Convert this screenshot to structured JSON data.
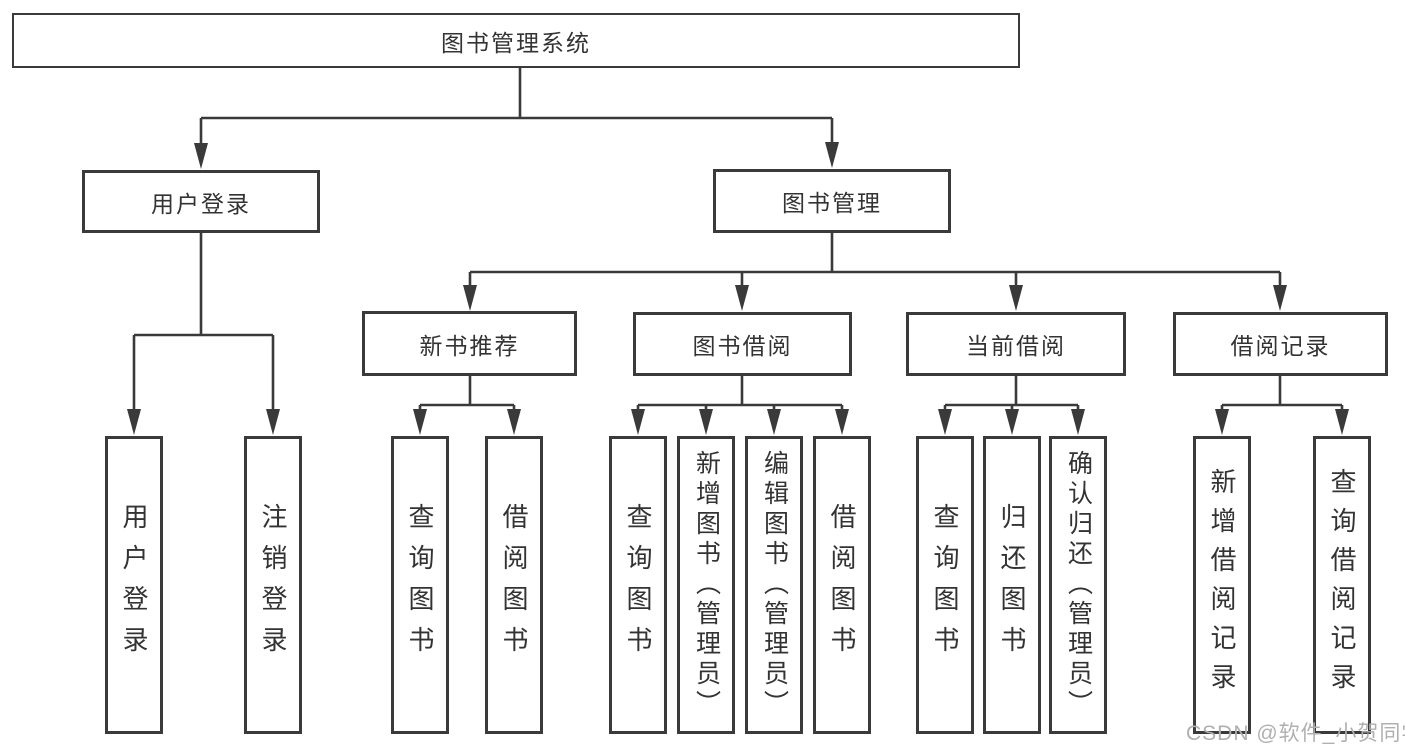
{
  "nodes": {
    "root": "图书管理系统",
    "user_login": "用户登录",
    "book_mgmt": "图书管理",
    "new_book_rec": "新书推荐",
    "book_borrow": "图书借阅",
    "current_borrow": "当前借阅",
    "borrow_records": "借阅记录",
    "leaf_user_login": "用户登录",
    "leaf_logout": "注销登录",
    "leaf_query_book_a": "查询图书",
    "leaf_borrow_book_a": "借阅图书",
    "leaf_query_book_b": "查询图书",
    "leaf_add_book": "新增图书（管理员）",
    "leaf_edit_book": "编辑图书（管理员）",
    "leaf_borrow_book_b": "借阅图书",
    "leaf_query_book_c": "查询图书",
    "leaf_return_book": "归还图书",
    "leaf_confirm_return": "确认归还（管理员）",
    "leaf_add_record": "新增借阅记录",
    "leaf_query_record": "查询借阅记录"
  },
  "watermark": "CSDN @软件_小贺同学",
  "colors": {
    "line": "#3a3a3a",
    "border": "#3a3a3a",
    "text": "#333333",
    "watermark": "#b0b0b0"
  }
}
